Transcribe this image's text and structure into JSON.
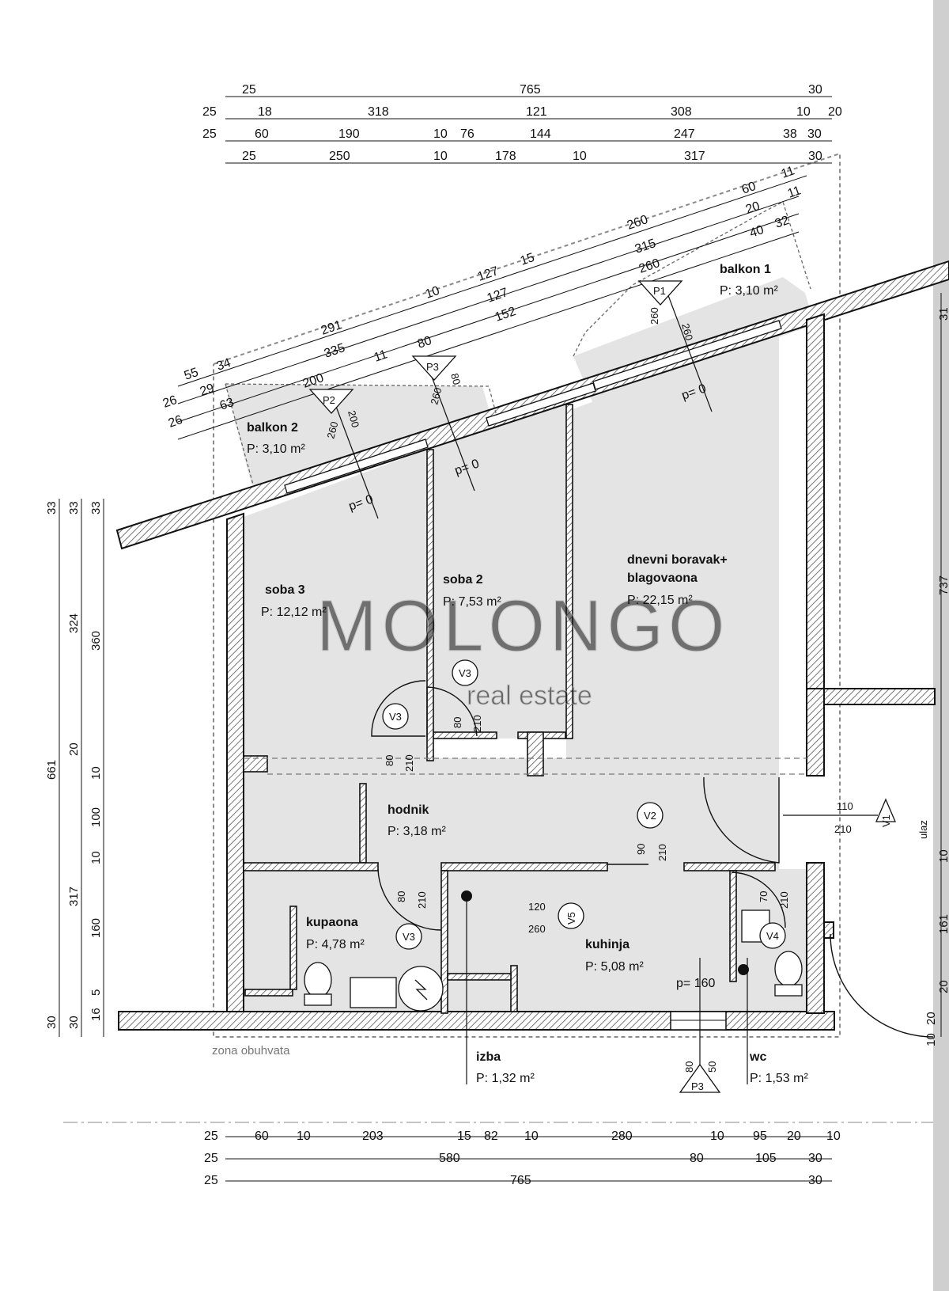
{
  "watermark": {
    "brand": "MOLONGO",
    "subtitle": "real estate"
  },
  "zone_label": "zona obuhvata",
  "rooms": {
    "balkon1": {
      "name": "balkon 1",
      "area": "P: 3,10 m²"
    },
    "balkon2": {
      "name": "balkon 2",
      "area": "P: 3,10 m²"
    },
    "soba3": {
      "name": "soba 3",
      "area": "P: 12,12 m²"
    },
    "soba2": {
      "name": "soba 2",
      "area": "P: 7,53 m²"
    },
    "dnevni": {
      "name1": "dnevni boravak+",
      "name2": "blagovaona",
      "area": "P: 22,15 m²"
    },
    "hodnik": {
      "name": "hodnik",
      "area": "P: 3,18 m²"
    },
    "kupaona": {
      "name": "kupaona",
      "area": "P: 4,78 m²"
    },
    "kuhinja": {
      "name": "kuhinja",
      "area": "P: 5,08 m²"
    },
    "izba": {
      "name": "izba",
      "area": "P: 1,32 m²"
    },
    "wc": {
      "name": "wc",
      "area": "P: 1,53 m²"
    }
  },
  "levels": {
    "p0_a": "p= 0",
    "p0_b": "p= 0",
    "p0_c": "p= 0",
    "p160": "p= 160"
  },
  "door_tags": {
    "v3_a": "V3",
    "v3_b": "V3",
    "v3_c": "V3",
    "v2": "V2",
    "v5": "V5",
    "v4": "V4",
    "v1": "V1",
    "p1": "P1",
    "p2": "P2",
    "p3_top": "P3",
    "p3_bottom": "P3",
    "ulaz": "ulaz"
  },
  "door_dims": {
    "v3a_w": "80",
    "v3a_h": "210",
    "v3b_w": "80",
    "v3b_h": "210",
    "v3c_w": "80",
    "v3c_h": "210",
    "v2_w": "90",
    "v2_h": "210",
    "v5_w": "120",
    "v5_h": "260",
    "v4_w": "70",
    "v4_h": "210",
    "v1_w": "110",
    "v1_h": "210",
    "p1_w": "260",
    "p1_h": "260",
    "p2_w": "260",
    "p2_h": "200",
    "p3t_w": "260",
    "p3t_h": "80",
    "p3b_w": "80",
    "p3b_h": "50"
  },
  "top_dims": {
    "row1": [
      "25",
      "765",
      "30"
    ],
    "row2": [
      "25",
      "18",
      "318",
      "121",
      "308",
      "10",
      "20"
    ],
    "row3": [
      "25",
      "60",
      "190",
      "10",
      "76",
      "144",
      "247",
      "38",
      "30"
    ],
    "row4": [
      "25",
      "250",
      "10",
      "178",
      "10",
      "317",
      "30"
    ]
  },
  "slant_dims": {
    "a": [
      "60",
      "11"
    ],
    "b": [
      "260",
      "20",
      "11"
    ],
    "c": [
      "315",
      "40",
      "32"
    ],
    "d": [
      "127",
      "15",
      "260"
    ],
    "e": [
      "10",
      "127"
    ],
    "f": [
      "291",
      "152"
    ],
    "g": [
      "335",
      "80"
    ],
    "h": [
      "55",
      "34",
      "11"
    ],
    "i": [
      "29",
      "200"
    ],
    "j": [
      "26",
      "63"
    ],
    "k": [
      "26"
    ]
  },
  "bottom_dims": {
    "row1": [
      "25",
      "60",
      "10",
      "203",
      "15",
      "82",
      "10",
      "280",
      "10",
      "95",
      "20",
      "10"
    ],
    "row2": [
      "25",
      "580",
      "80",
      "105",
      "30"
    ],
    "row3": [
      "25",
      "765",
      "30"
    ]
  },
  "left_dims": {
    "col1": [
      "33",
      "661",
      "30"
    ],
    "col2": [
      "33",
      "324",
      "20",
      "10",
      "100",
      "10",
      "317",
      "30"
    ],
    "col3": [
      "33",
      "360",
      "160",
      "5",
      "16"
    ]
  },
  "right_dims": [
    "31",
    "737",
    "10",
    "161",
    "20",
    "20",
    "10"
  ]
}
